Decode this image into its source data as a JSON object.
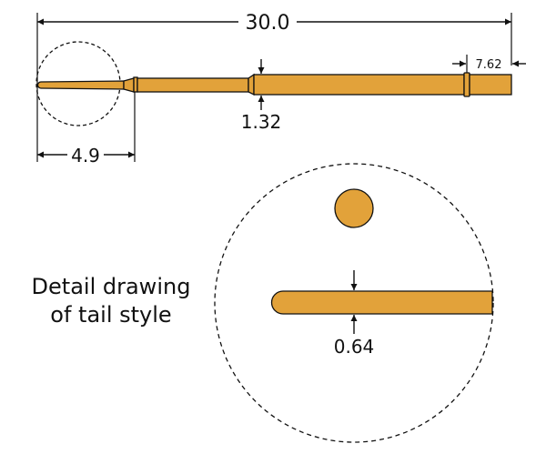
{
  "dimensions": {
    "overall_length": "30.0",
    "tail_end_length": "4.9",
    "head_end_length": "7.62",
    "body_diameter": "1.32",
    "tail_diameter": "0.64"
  },
  "caption": {
    "line1": "Detail drawing",
    "line2": "of tail style"
  },
  "colors": {
    "pin_fill": "#E2A23A",
    "outline": "#111111"
  }
}
